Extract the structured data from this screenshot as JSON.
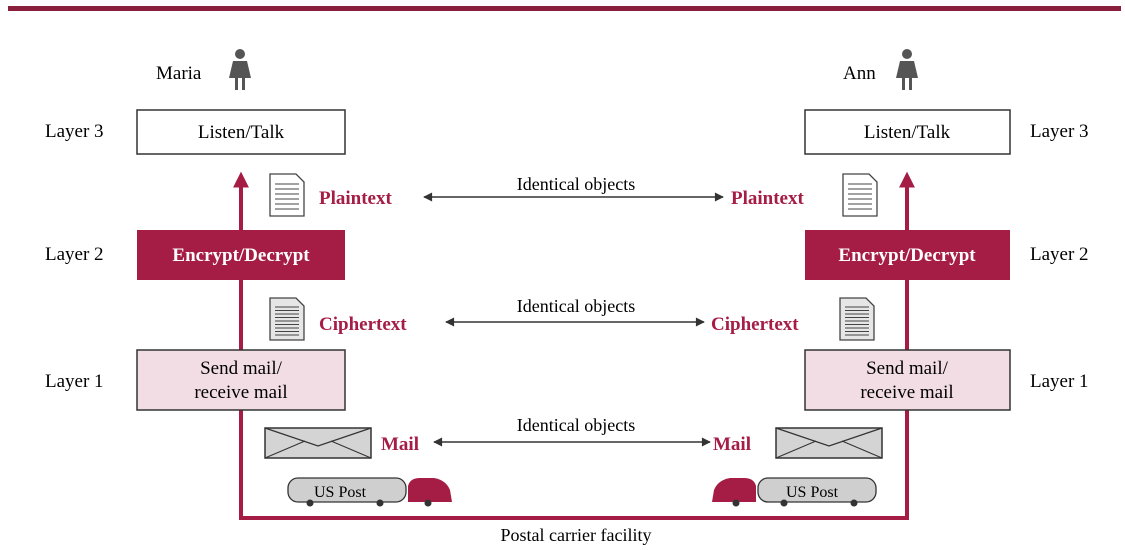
{
  "colors": {
    "accent": "#a51d45",
    "top_rule": "#8a1f3d",
    "layer1_fill": "#f1dde3",
    "box_border": "#333333",
    "envelope_fill": "#d4d4d4",
    "truck_body": "#cfcfcf"
  },
  "people": {
    "left": {
      "name": "Maria",
      "icon": "person-icon"
    },
    "right": {
      "name": "Ann",
      "icon": "person-icon"
    }
  },
  "layers": {
    "layer3": {
      "left_label": "Layer 3",
      "right_label": "Layer 3",
      "box_text": "Listen/Talk"
    },
    "layer2": {
      "left_label": "Layer 2",
      "right_label": "Layer 2",
      "box_text": "Encrypt/Decrypt"
    },
    "layer1": {
      "left_label": "Layer 1",
      "right_label": "Layer 1",
      "box_line1": "Send mail/",
      "box_line2": "receive mail"
    }
  },
  "objects": {
    "plaintext": {
      "label": "Plaintext",
      "link": "Identical objects",
      "icon": "document-icon"
    },
    "ciphertext": {
      "label": "Ciphertext",
      "link": "Identical objects",
      "icon": "document-icon"
    },
    "mail": {
      "label": "Mail",
      "link": "Identical objects",
      "icon": "envelope-icon"
    }
  },
  "trucks": {
    "label": "US Post",
    "icon": "truck-icon"
  },
  "carrier": {
    "label": "Postal carrier facility"
  }
}
